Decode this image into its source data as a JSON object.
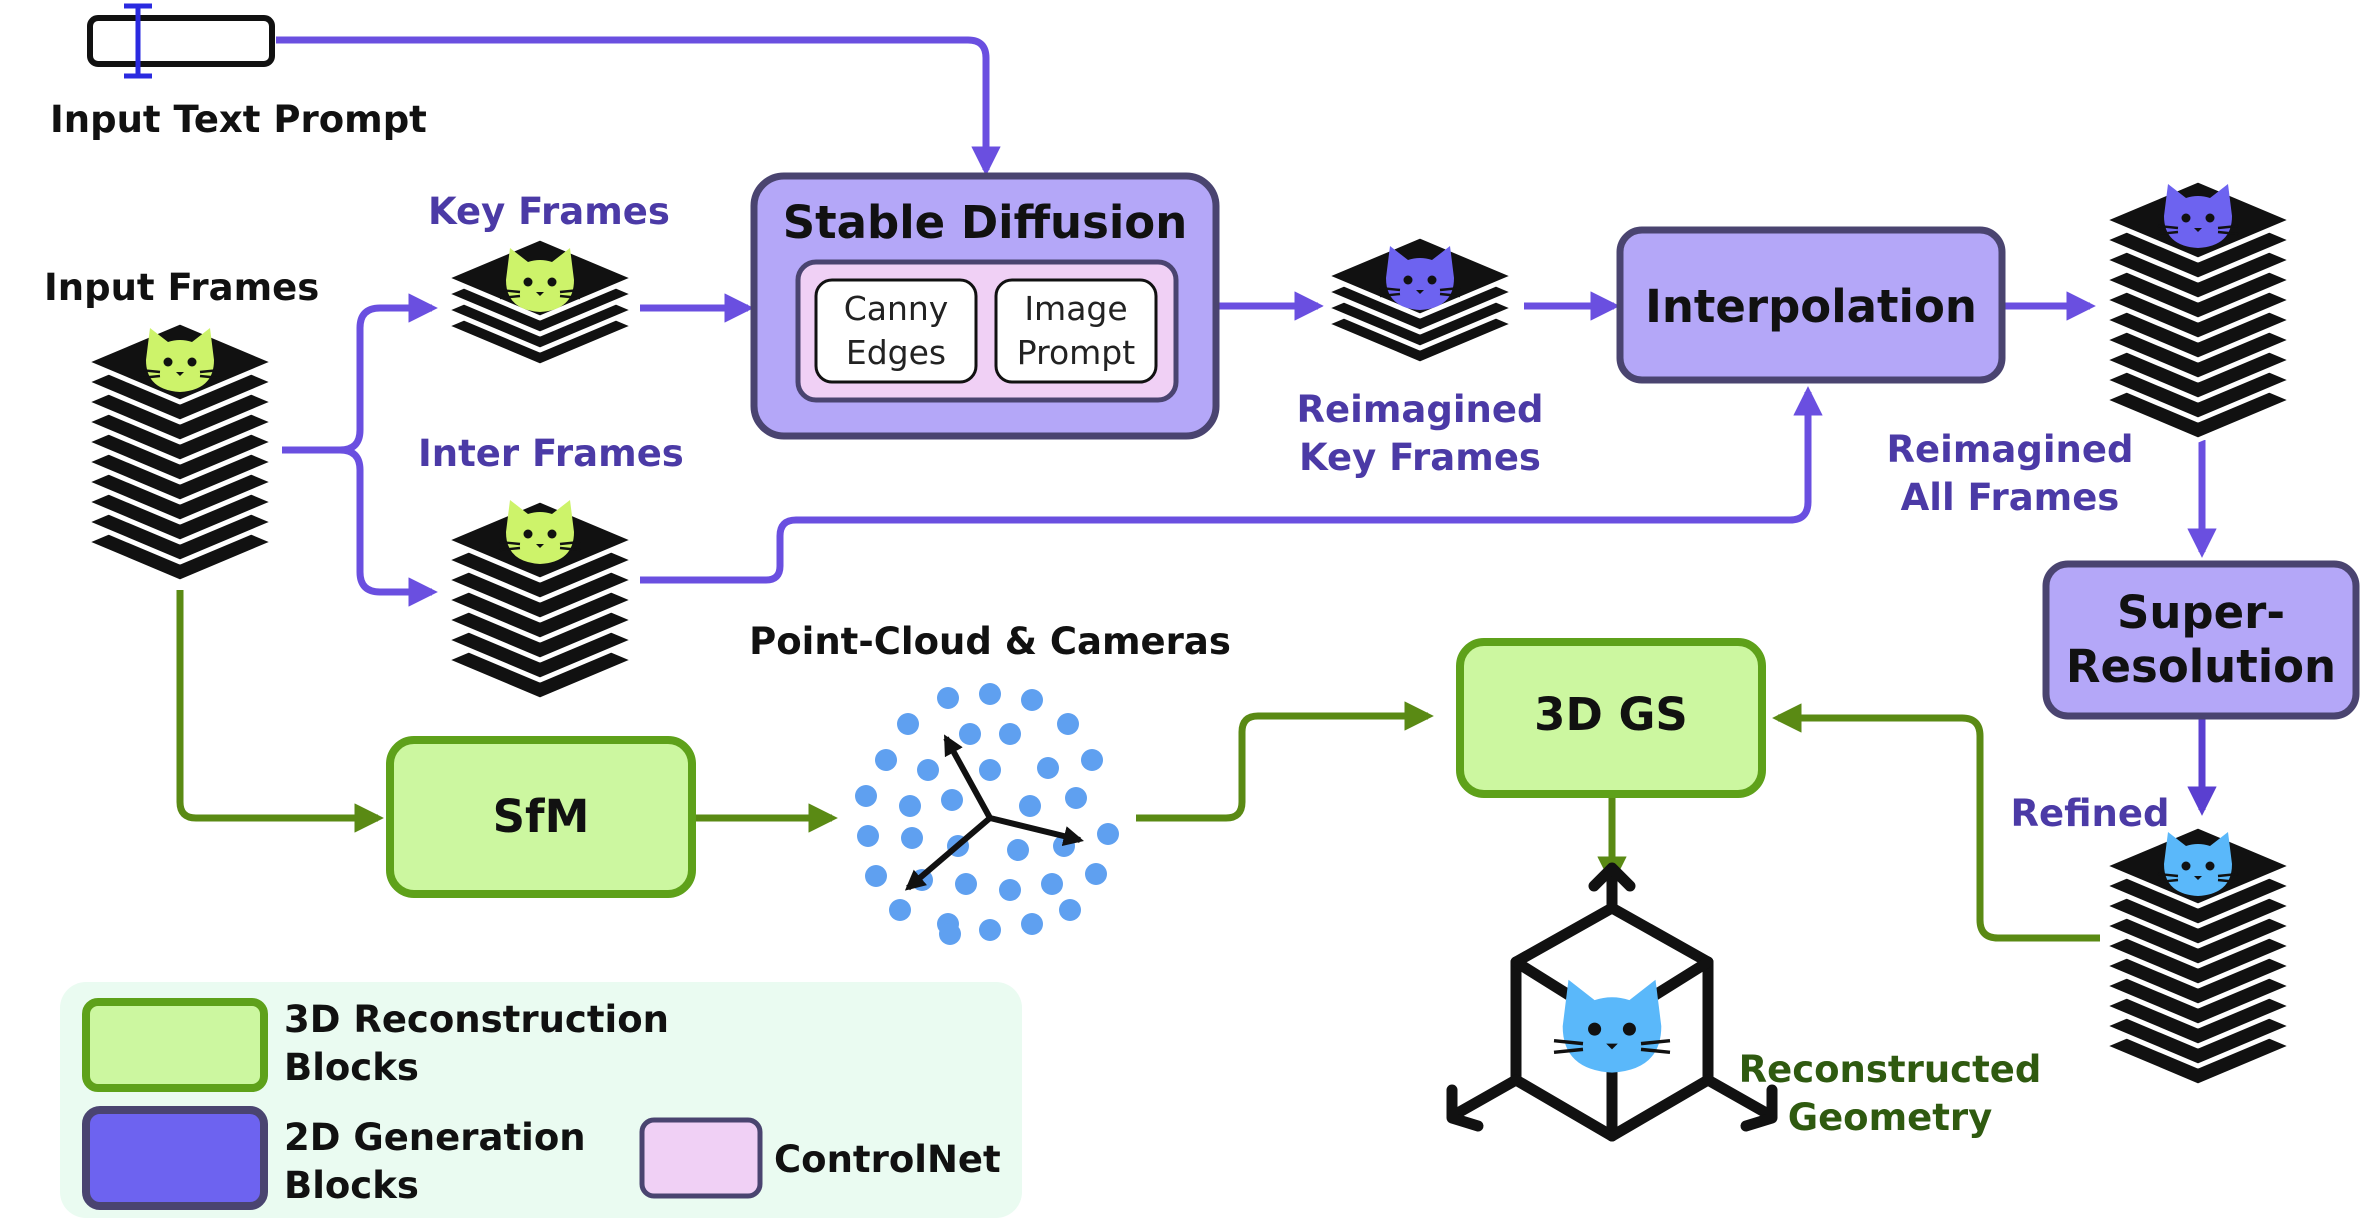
{
  "colors": {
    "purple_line": "#6a4fe0",
    "green_line": "#5a8a14",
    "gen_fill": "#b4a7f8",
    "gen_stroke": "#4a4470",
    "recon_fill": "#ccf7a0",
    "recon_stroke": "#5ea11a",
    "controlnet_fill": "#f0d0f5",
    "cat_green": "#cdf36a",
    "cat_purple": "#6d63f0",
    "cat_blue": "#5ab8fa",
    "points": "#5fa0f0",
    "legend_bg": "#eafbf1"
  },
  "labels": {
    "input_text_prompt": "Input Text Prompt",
    "input_frames": "Input Frames",
    "key_frames": "Key Frames",
    "inter_frames": "Inter Frames",
    "reimagined_key_1": "Reimagined",
    "reimagined_key_2": "Key Frames",
    "reimagined_all_1": "Reimagined",
    "reimagined_all_2": "All Frames",
    "refined": "Refined",
    "point_cloud": "Point-Cloud & Cameras",
    "reconstructed_1": "Reconstructed",
    "reconstructed_2": "Geometry"
  },
  "blocks": {
    "stable_diffusion": "Stable Diffusion",
    "canny_1": "Canny",
    "canny_2": "Edges",
    "image_prompt_1": "Image",
    "image_prompt_2": "Prompt",
    "interpolation": "Interpolation",
    "super_res_1": "Super-",
    "super_res_2": "Resolution",
    "sfm": "SfM",
    "gs": "3D GS"
  },
  "legend": {
    "recon_1": "3D Reconstruction",
    "recon_2": "Blocks",
    "gen_1": "2D Generation",
    "gen_2": "Blocks",
    "controlnet": "ControlNet"
  },
  "icons": {
    "frame_stack": "frame-stack-icon",
    "cat": "cat-icon",
    "text_cursor": "text-cursor-icon",
    "camera_axes": "camera-axes-icon",
    "cube": "cube-icon"
  }
}
